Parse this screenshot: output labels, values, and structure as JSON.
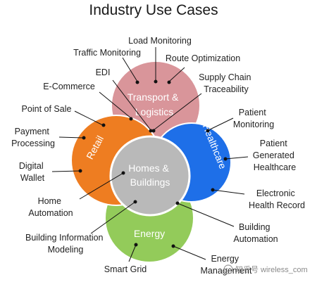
{
  "title": "Industry Use Cases",
  "sectors": {
    "transport": "Transport & Logistics",
    "retail": "Retail",
    "healthcare": "Healthcare",
    "energy": "Energy",
    "homes": "Homes & Buildings"
  },
  "labels": {
    "load_monitoring": "Load Monitoring",
    "traffic_monitoring": "Traffic Monitoring",
    "route_optimization": "Route Optimization",
    "edi": "EDI",
    "supply_chain": "Supply Chain Traceability",
    "ecommerce": "E-Commerce",
    "point_of_sale": "Point of Sale",
    "patient_monitoring": "Patient Monitoring",
    "payment_processing": "Payment Processing",
    "patient_generated": "Patient Generated Healthcare",
    "digital_wallet": "Digital Wallet",
    "home_automation": "Home Automation",
    "ehr": "Electronic Health Record",
    "building_automation": "Building Automation",
    "bim": "Building Information Modeling",
    "energy_management": "Energy Management",
    "smart_grid": "Smart Grid"
  },
  "watermark": "知乎号 wireless_com",
  "colors": {
    "transport": "#d9959a",
    "retail": "#ee7d21",
    "healthcare": "#1e6fe8",
    "energy": "#93cb5a",
    "homes": "#b9b9b9"
  }
}
